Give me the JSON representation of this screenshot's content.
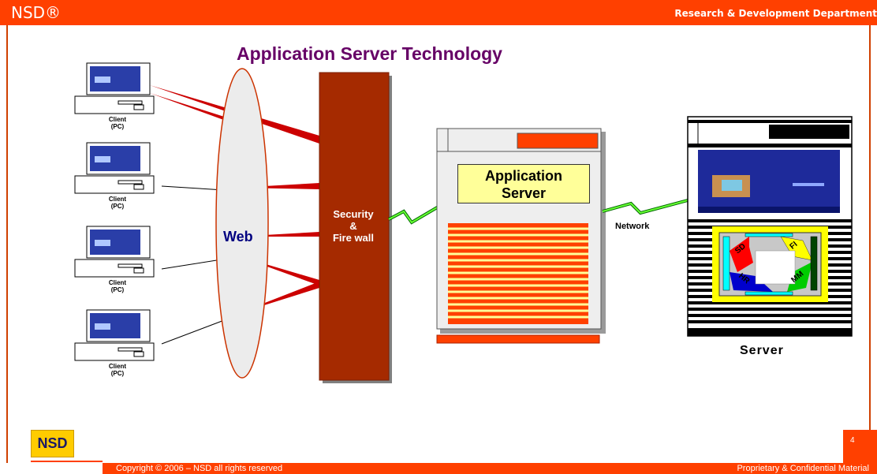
{
  "header": {
    "brand": "NSD®",
    "department": "Research & Development Department"
  },
  "title": "Application Server Technology",
  "clients": [
    {
      "label": "Client",
      "sub": "(PC)"
    },
    {
      "label": "Client",
      "sub": "(PC)"
    },
    {
      "label": "Client",
      "sub": "(PC)"
    },
    {
      "label": "Client",
      "sub": "(PC)"
    }
  ],
  "web_label": "Web",
  "firewall": {
    "line1": "Security",
    "line2": "&",
    "line3": "Fire wall"
  },
  "app_server": {
    "line1": "Application",
    "line2": "Server"
  },
  "network_label": "Network",
  "server_label": "Server",
  "module_labels": [
    "SD",
    "FI",
    "MM",
    "HR"
  ],
  "footer": {
    "logo": "NSD",
    "copyright": "Copyright © 2006 – NSD all rights reserved",
    "confidential": "Proprietary & Confidential Material",
    "page_number": "4"
  },
  "colors": {
    "accent": "#ff4000",
    "title": "#660066",
    "firewall": "#a52a00",
    "web": "#000080"
  }
}
